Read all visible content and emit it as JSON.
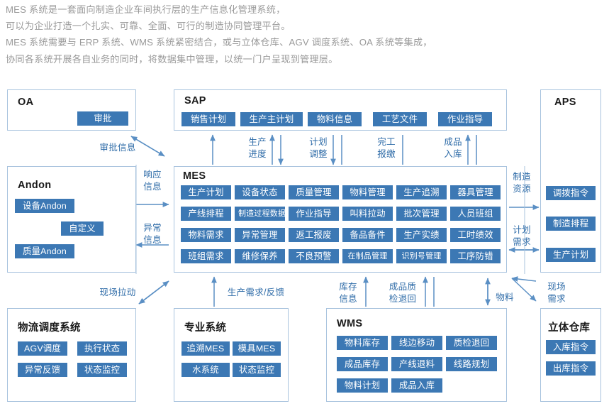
{
  "intro": {
    "lines": [
      "MES 系统是一套面向制造企业车间执行层的生产信息化管理系统，",
      "可以为企业打造一个扎实、可靠、全面、可行的制造协同管理平台。",
      "MES 系统需要与 ERP 系统、WMS 系统紧密结合，或与立体仓库、AGV 调度系统、OA 系统等集成，",
      "协同各系统开展各自业务的同时，将数据集中管理，以统一门户呈现到管理层。"
    ]
  },
  "colors": {
    "tag_blue": "#3c78b4",
    "box_border": "#a8c3de",
    "label_blue": "#2f6ca8",
    "intro_gray": "#9a9a9a"
  },
  "boxes": {
    "oa": {
      "title": "OA",
      "tags": [
        "审批"
      ]
    },
    "sap": {
      "title": "SAP",
      "tags": [
        "销售计划",
        "生产主计划",
        "物料信息",
        "工艺文件",
        "作业指导"
      ]
    },
    "aps": {
      "title": "APS",
      "tags": [
        "调拨指令",
        "制造排程",
        "生产计划"
      ]
    },
    "andon": {
      "title": "Andon",
      "tags": [
        "设备Andon",
        "自定义",
        "质量Andon"
      ]
    },
    "mes": {
      "title": "MES",
      "tags": [
        "生产计划",
        "设备状态",
        "质量管理",
        "物料管理",
        "生产追溯",
        "器具管理",
        "产线排程",
        "制造过程数据",
        "作业指导",
        "叫料拉动",
        "批次管理",
        "人员班组",
        "物料需求",
        "异常管理",
        "返工报废",
        "备品备件",
        "生产实绩",
        "工时绩效",
        "班组需求",
        "维修保养",
        "不良预警",
        "在制品管理",
        "识别号管理",
        "工序防错"
      ]
    },
    "logistics": {
      "title": "物流调度系统",
      "tags": [
        "AGV调度",
        "执行状态",
        "异常反馈",
        "状态监控"
      ]
    },
    "professional": {
      "title": "专业系统",
      "tags": [
        "追溯MES",
        "模具MES",
        "水系统",
        "状态监控"
      ]
    },
    "wms": {
      "title": "WMS",
      "tags": [
        "物料库存",
        "线边移动",
        "质检退回",
        "成品库存",
        "产线退料",
        "线路规划",
        "物料计划",
        "成品入库"
      ]
    },
    "warehouse": {
      "title": "立体仓库",
      "tags": [
        "入库指令",
        "出库指令"
      ]
    }
  },
  "connectors": {
    "approval_info": "审批信息",
    "response_info_1": "响应",
    "response_info_2": "信息",
    "exception_info_1": "异常",
    "exception_info_2": "信息",
    "production_progress_1": "生产",
    "production_progress_2": "进度",
    "plan_adjust_1": "计划",
    "plan_adjust_2": "调整",
    "completion_report_1": "完工",
    "completion_report_2": "报缴",
    "finished_goods_in_1": "成品",
    "finished_goods_in_2": "入库",
    "manufacturing_resource_1": "制造",
    "manufacturing_resource_2": "资源",
    "plan_demand_1": "计划",
    "plan_demand_2": "需求",
    "site_pull": "现场拉动",
    "production_demand_feedback": "生产需求/反馈",
    "inventory_info_1": "库存",
    "inventory_info_2": "信息",
    "fg_quality_return_1": "成品质",
    "fg_quality_return_2": "检退回",
    "material": "物料",
    "site_demand_1": "现场",
    "site_demand_2": "需求"
  }
}
